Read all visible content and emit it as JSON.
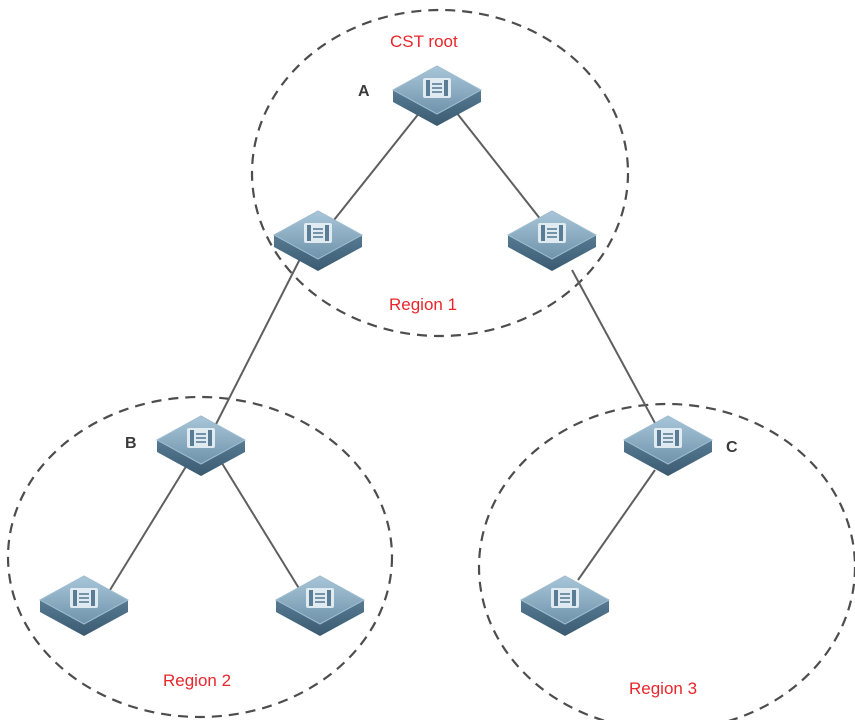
{
  "diagram": {
    "root_label": "CST root",
    "regions": [
      {
        "label": "Region 1"
      },
      {
        "label": "Region 2"
      },
      {
        "label": "Region 3"
      }
    ],
    "node_labels": {
      "a": "A",
      "b": "B",
      "c": "C"
    }
  },
  "colors": {
    "label_red": "#e8262b",
    "switch_top": "#8fb2c9",
    "switch_side": "#4b6f87",
    "region_stroke": "#4d4d4d",
    "link_stroke": "#5f5f5f"
  },
  "icons": [
    "switch-icon"
  ]
}
